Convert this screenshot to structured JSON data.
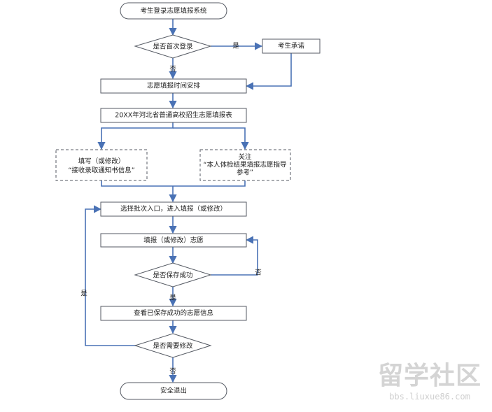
{
  "diagram": {
    "nodes": {
      "start": "考生登录志愿填报系统",
      "first_login": "是否首次登录",
      "promise": "考生承诺",
      "schedule": "志愿填报时间安排",
      "form": "20XX年河北省普通高校招生志愿填报表",
      "fill_left": [
        "填写（或修改）",
        "“接收录取通知书信息”"
      ],
      "fill_right": [
        "关注",
        "“本人体检结果填报志愿指导",
        "参考”"
      ],
      "select_batch": "选择批次入口，进入填报（或修改）",
      "fill_volunteer": "填报（或修改）志愿",
      "save_success": "是否保存成功",
      "view_saved": "查看已保存成功的志愿信息",
      "need_modify": "是否需要修改",
      "exit": "安全退出"
    },
    "edge_labels": {
      "yes_promise": "是",
      "no_first": "否",
      "no_save": "否",
      "yes_save": "是",
      "yes_modify": "是",
      "no_modify": "否"
    }
  },
  "watermark": {
    "title": "留学社区",
    "url": "bbs.liuxue86.com"
  },
  "colors": {
    "edge": "#4a72b5",
    "box_stroke": "#555a63",
    "text": "#222222"
  }
}
